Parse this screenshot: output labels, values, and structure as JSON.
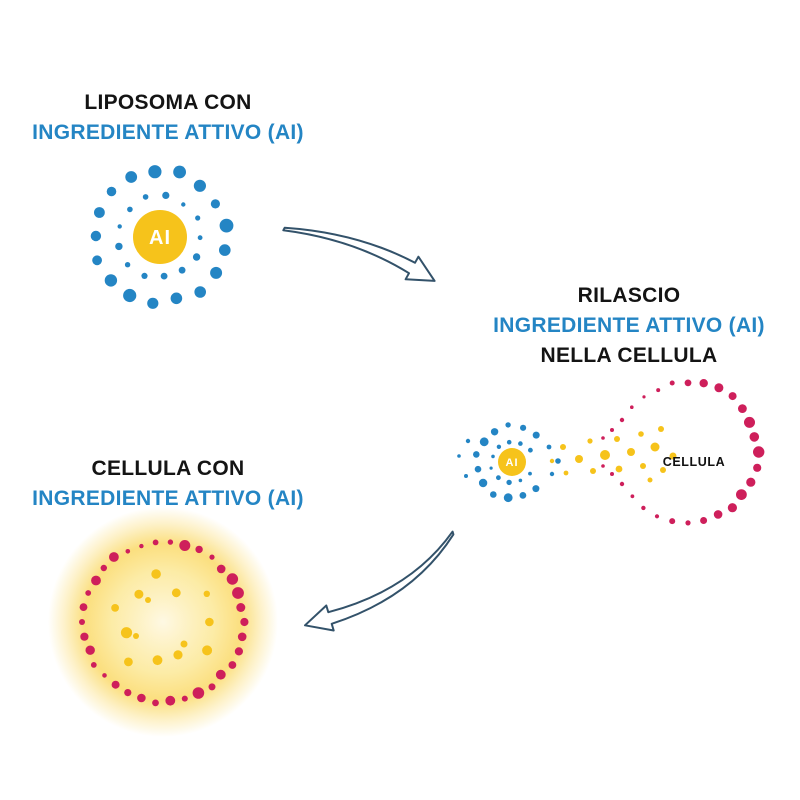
{
  "colors": {
    "blue": "#2485c4",
    "yellow": "#f6c31b",
    "crimson": "#ce1f5b",
    "arrow_stroke": "#33526a",
    "text_dark": "#141414"
  },
  "labels": {
    "liposome_title_line1": "LIPOSOMA CON",
    "liposome_title_line2": "INGREDIENTE ATTIVO (AI)",
    "release_title_line1": "RILASCIO",
    "release_title_line2": "INGREDIENTE ATTIVO (AI)",
    "release_title_line3": "NELLA CELLULA",
    "cell_title_line1": "CELLULA CON",
    "cell_title_line2": "INGREDIENTE ATTIVO (AI)",
    "ai": "AI",
    "cellula": "CELLULA"
  }
}
